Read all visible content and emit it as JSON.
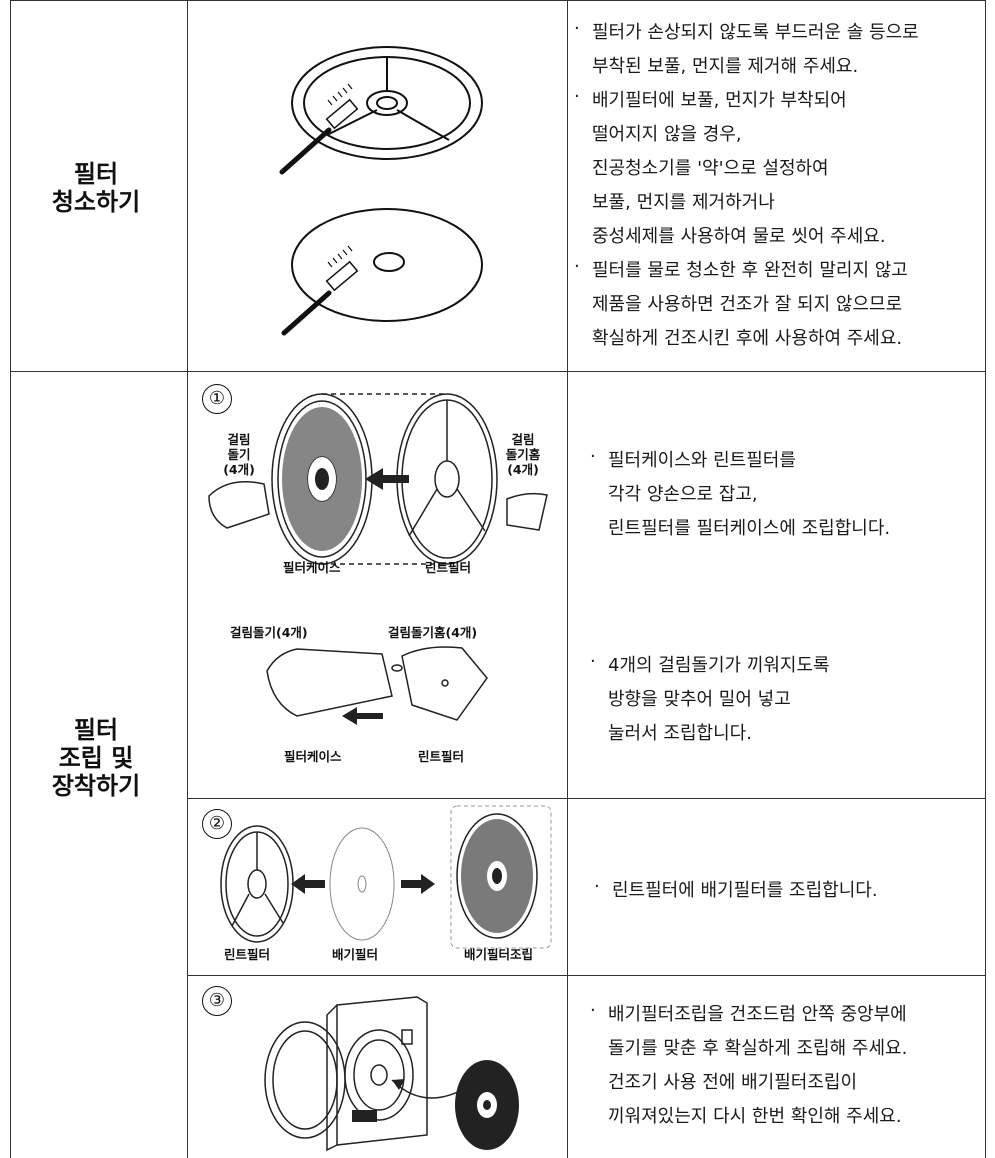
{
  "rows": {
    "cleaning": {
      "label_line1": "필터",
      "label_line2": "청소하기",
      "desc": [
        {
          "bullet": "·",
          "text": "필터가 손상되지 않도록 부드러운 솔 등으로"
        },
        {
          "bullet": "",
          "text": "부착된 보풀, 먼지를 제거해 주세요."
        },
        {
          "bullet": "·",
          "text": "배기필터에 보풀, 먼지가 부착되어"
        },
        {
          "bullet": "",
          "text": "떨어지지 않을 경우,"
        },
        {
          "bullet": "",
          "text": "진공청소기를 '약'으로 설정하여"
        },
        {
          "bullet": "",
          "text": "보풀, 먼지를 제거하거나"
        },
        {
          "bullet": "",
          "text": "중성세제를 사용하여 물로 씻어 주세요."
        },
        {
          "bullet": "·",
          "text": "필터를 물로 청소한 후 완전히 말리지 않고"
        },
        {
          "bullet": "",
          "text": "제품을 사용하면 건조가 잘 되지 않으므로"
        },
        {
          "bullet": "",
          "text": "확실하게 건조시킨 후에 사용하여 주세요."
        }
      ]
    },
    "assembly": {
      "label_line1": "필터",
      "label_line2": "조립 및",
      "label_line3": "장착하기",
      "step1": {
        "number": "①",
        "captions": {
          "hook_left_1": "걸림",
          "hook_left_2": "돌기",
          "hook_left_3": "(4개)",
          "hook_right_1": "걸림",
          "hook_right_2": "돌기홈",
          "hook_right_3": "(4개)",
          "filter_case": "필터케이스",
          "lint_filter": "린트필터",
          "hook_4": "걸림돌기(4개)",
          "hook_groove_4": "걸림돌기홈(4개)",
          "filter_case_2": "필터케이스",
          "lint_filter_2": "린트필터"
        },
        "desc_a": [
          {
            "bullet": "·",
            "text": "필터케이스와 린트필터를"
          },
          {
            "bullet": "",
            "text": "각각 양손으로 잡고,"
          },
          {
            "bullet": "",
            "text": "린트필터를 필터케이스에 조립합니다."
          }
        ],
        "desc_b": [
          {
            "bullet": "·",
            "text": "4개의 걸림돌기가 끼워지도록"
          },
          {
            "bullet": "",
            "text": "방향을 맞추어 밀어 넣고"
          },
          {
            "bullet": "",
            "text": "눌러서 조립합니다."
          }
        ]
      },
      "step2": {
        "number": "②",
        "captions": {
          "lint_filter": "린트필터",
          "exhaust_filter": "배기필터",
          "exhaust_assembly": "배기필터조립"
        },
        "desc": [
          {
            "bullet": "·",
            "text": "린트필터에 배기필터를 조립합니다."
          }
        ]
      },
      "step3": {
        "number": "③",
        "desc": [
          {
            "bullet": "·",
            "text": "배기필터조립을 건조드럼 안쪽 중앙부에"
          },
          {
            "bullet": "",
            "text": "돌기를 맞춘 후 확실하게 조립해 주세요."
          },
          {
            "bullet": "",
            "text": "건조기 사용 전에 배기필터조립이"
          },
          {
            "bullet": "",
            "text": "끼워져있는지 다시 한번 확인해 주세요."
          }
        ]
      }
    }
  }
}
